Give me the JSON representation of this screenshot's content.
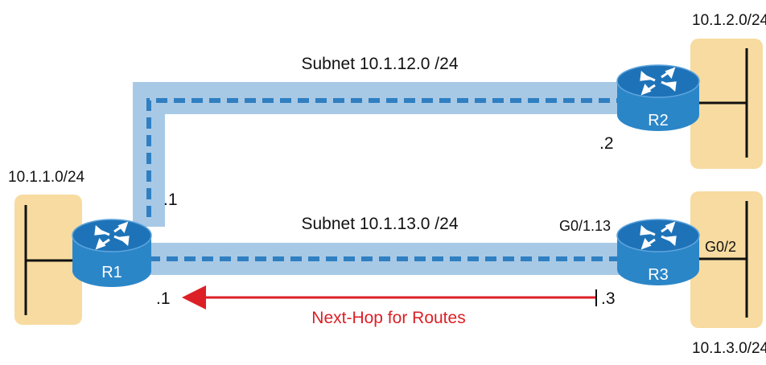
{
  "diagram": {
    "subnets": {
      "link_r1_r2": "Subnet 10.1.12.0 /24",
      "link_r1_r3": "Subnet 10.1.13.0 /24"
    },
    "lans": {
      "r1": "10.1.1.0/24",
      "r2": "10.1.2.0/24",
      "r3": "10.1.3.0/24"
    },
    "routers": {
      "r1": "R1",
      "r2": "R2",
      "r3": "R3"
    },
    "addresses": {
      "r1_upper": ".1",
      "r1_lower": ".1",
      "r2": ".2",
      "r3": ".3"
    },
    "interfaces": {
      "r3_subint": "G0/1.13",
      "r3_lan": "G0/2"
    },
    "arrow_label": "Next-Hop for Routes",
    "colors": {
      "lan_box": "#f7dba0",
      "link_band": "#a7c9e6",
      "dash": "#2f7fc1",
      "router_top": "#1e73b8",
      "router_side": "#2b86c8",
      "arrow": "#dd1f26",
      "text": "#111111"
    }
  }
}
